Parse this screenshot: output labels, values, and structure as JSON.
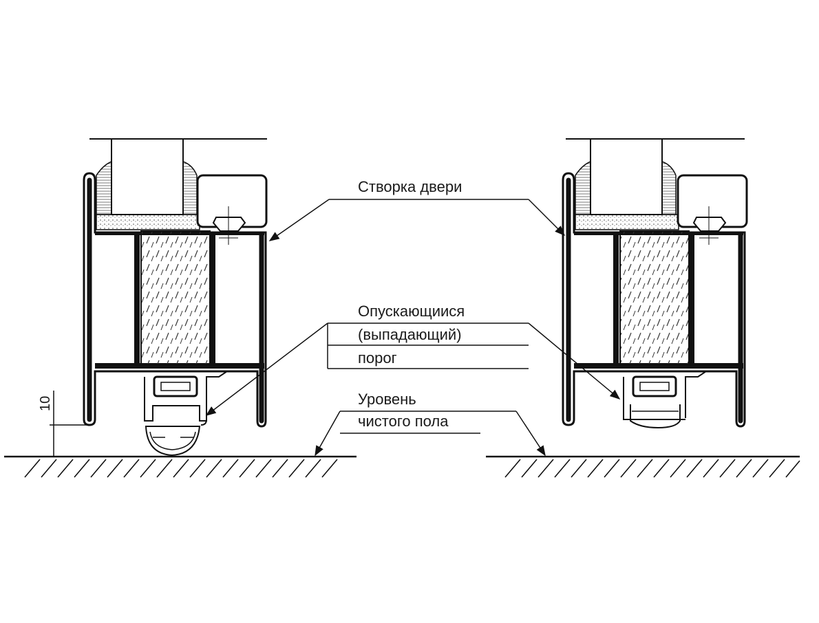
{
  "labels": {
    "door_leaf": "Створка двери",
    "threshold_line1": "Опускающиися",
    "threshold_line2": "(выпадающий)",
    "threshold_line3": "порог",
    "floor_line1": "Уровень",
    "floor_line2": "чистого пола",
    "dimension": "10"
  },
  "colors": {
    "line": "#111111",
    "background": "#ffffff"
  }
}
